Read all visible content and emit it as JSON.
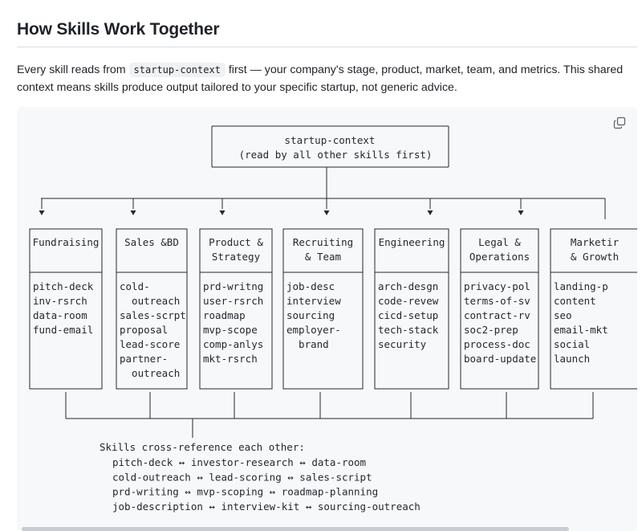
{
  "heading": "How Skills Work Together",
  "intro": {
    "before": "Every skill reads from ",
    "code": "startup-context",
    "after": " first — your company's stage, product, market, team, and metrics. This shared context means skills produce output tailored to your specific startup, not generic advice."
  },
  "copy_icon": "copy-icon",
  "diagram": {
    "root": {
      "line1": "startup-context",
      "line2": "(read by all other skills first)"
    },
    "categories": [
      {
        "title": [
          "Fundraising"
        ],
        "skills": [
          "pitch-deck",
          "inv-rsrch",
          "data-room",
          "fund-email"
        ]
      },
      {
        "title": [
          "Sales &BD"
        ],
        "skills": [
          "cold-",
          "  outreach",
          "sales-scrpt",
          "proposal",
          "lead-score",
          "partner-",
          "  outreach"
        ]
      },
      {
        "title": [
          "Product &",
          "Strategy"
        ],
        "skills": [
          "prd-writng",
          "user-rsrch",
          "roadmap",
          "mvp-scope",
          "comp-anlys",
          "mkt-rsrch"
        ]
      },
      {
        "title": [
          "Recruiting",
          "& Team"
        ],
        "skills": [
          "job-desc",
          "interview",
          "sourcing",
          "employer-",
          "  brand"
        ]
      },
      {
        "title": [
          "Engineering"
        ],
        "skills": [
          "arch-desgn",
          "code-revew",
          "cicd-setup",
          "tech-stack",
          "security"
        ]
      },
      {
        "title": [
          "Legal &",
          "Operations"
        ],
        "skills": [
          "privacy-pol",
          "terms-of-sv",
          "contract-rv",
          "soc2-prep",
          "process-doc",
          "board-update"
        ]
      },
      {
        "title": [
          "Marketir",
          "& Growth"
        ],
        "skills": [
          "landing-p",
          "content",
          "seo",
          "email-mkt",
          "social",
          "launch"
        ]
      }
    ],
    "xref_heading": "Skills cross-reference each other:",
    "xref_lines": [
      "pitch-deck ↔ investor-research ↔ data-room",
      "cold-outreach ↔ lead-scoring ↔ sales-script",
      "prd-writing ↔ mvp-scoping ↔ roadmap-planning",
      "job-description ↔ interview-kit ↔ sourcing-outreach"
    ]
  }
}
